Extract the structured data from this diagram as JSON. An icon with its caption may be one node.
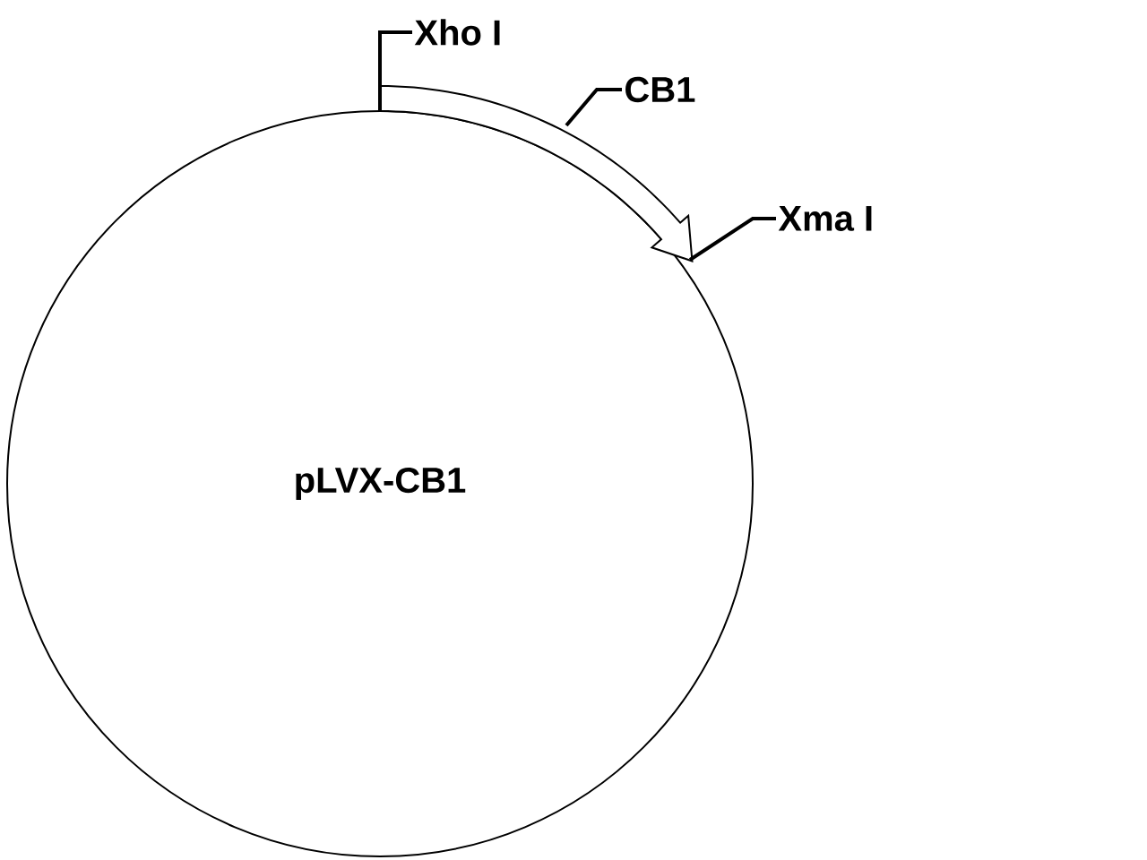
{
  "diagram": {
    "nodes": [
      {
        "text": [
          "pLVX-CB1"
        ]
      },
      {
        "text": [
          "Xho I"
        ]
      },
      {
        "text": [
          "CB1"
        ]
      },
      {
        "text": [
          "Xma I"
        ]
      },
      {
        "text": [],
        "shape": "arrow"
      }
    ],
    "edges": [
      {
        "from": 1,
        "to": 4,
        "arrow": "none"
      },
      {
        "from": 2,
        "to": 4,
        "arrow": "none"
      },
      {
        "from": 3,
        "to": 4,
        "arrow": "none"
      }
    ]
  }
}
